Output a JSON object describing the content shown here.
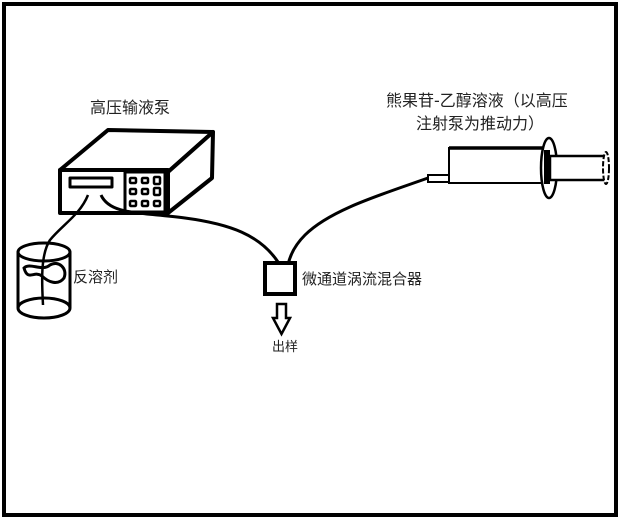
{
  "diagram": {
    "labels": {
      "pump": "高压输液泵",
      "syringe_line1": "熊果苷-乙醇溶液（以高压",
      "syringe_line2": "注射泵为推动力）",
      "antisolvent": "反溶剂",
      "mixer": "微通道涡流混合器",
      "outlet": "出样"
    },
    "components": [
      {
        "id": "pump",
        "name": "高压输液泵"
      },
      {
        "id": "syringe",
        "name": "熊果苷-乙醇溶液（以高压注射泵为推动力）"
      },
      {
        "id": "beaker",
        "name": "反溶剂"
      },
      {
        "id": "mixer",
        "name": "微通道涡流混合器"
      },
      {
        "id": "outlet",
        "name": "出样"
      }
    ],
    "connections": [
      {
        "from": "beaker",
        "to": "pump"
      },
      {
        "from": "pump",
        "to": "mixer"
      },
      {
        "from": "syringe",
        "to": "mixer"
      },
      {
        "from": "mixer",
        "to": "outlet"
      }
    ],
    "colors": {
      "stroke": "#000000",
      "background": "#ffffff",
      "text": "#222222"
    }
  }
}
